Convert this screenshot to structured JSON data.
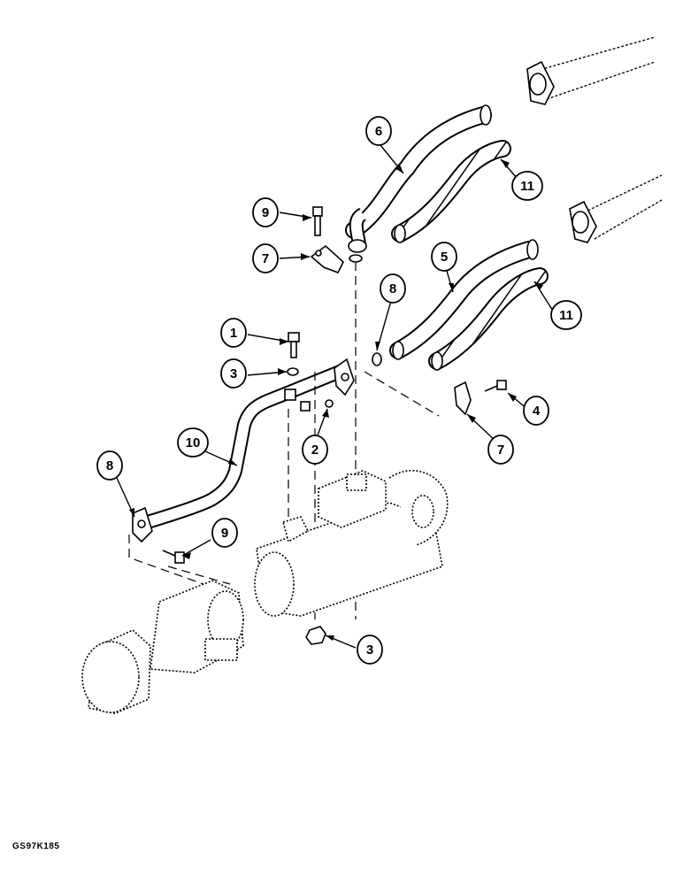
{
  "figure_code": "GS97K185",
  "callouts": [
    {
      "id": "c6",
      "label": "6",
      "part": "hose-upper"
    },
    {
      "id": "c11a",
      "label": "11",
      "part": "hose-sleeve-upper"
    },
    {
      "id": "c9a",
      "label": "9",
      "part": "bolt-upper"
    },
    {
      "id": "c7a",
      "label": "7",
      "part": "clamp-upper"
    },
    {
      "id": "c8a",
      "label": "8",
      "part": "o-ring-upper"
    },
    {
      "id": "c5",
      "label": "5",
      "part": "hose-lower"
    },
    {
      "id": "c11b",
      "label": "11",
      "part": "hose-sleeve-lower"
    },
    {
      "id": "c1",
      "label": "1",
      "part": "bolt"
    },
    {
      "id": "c3a",
      "label": "3",
      "part": "nut-upper"
    },
    {
      "id": "c4",
      "label": "4",
      "part": "bolt-right"
    },
    {
      "id": "c2",
      "label": "2",
      "part": "nut-small"
    },
    {
      "id": "c7b",
      "label": "7",
      "part": "clamp-lower"
    },
    {
      "id": "c10",
      "label": "10",
      "part": "steel-tube"
    },
    {
      "id": "c8b",
      "label": "8",
      "part": "flange-o-ring"
    },
    {
      "id": "c9b",
      "label": "9",
      "part": "bolt-lower"
    },
    {
      "id": "c3b",
      "label": "3",
      "part": "nut-lower"
    }
  ]
}
